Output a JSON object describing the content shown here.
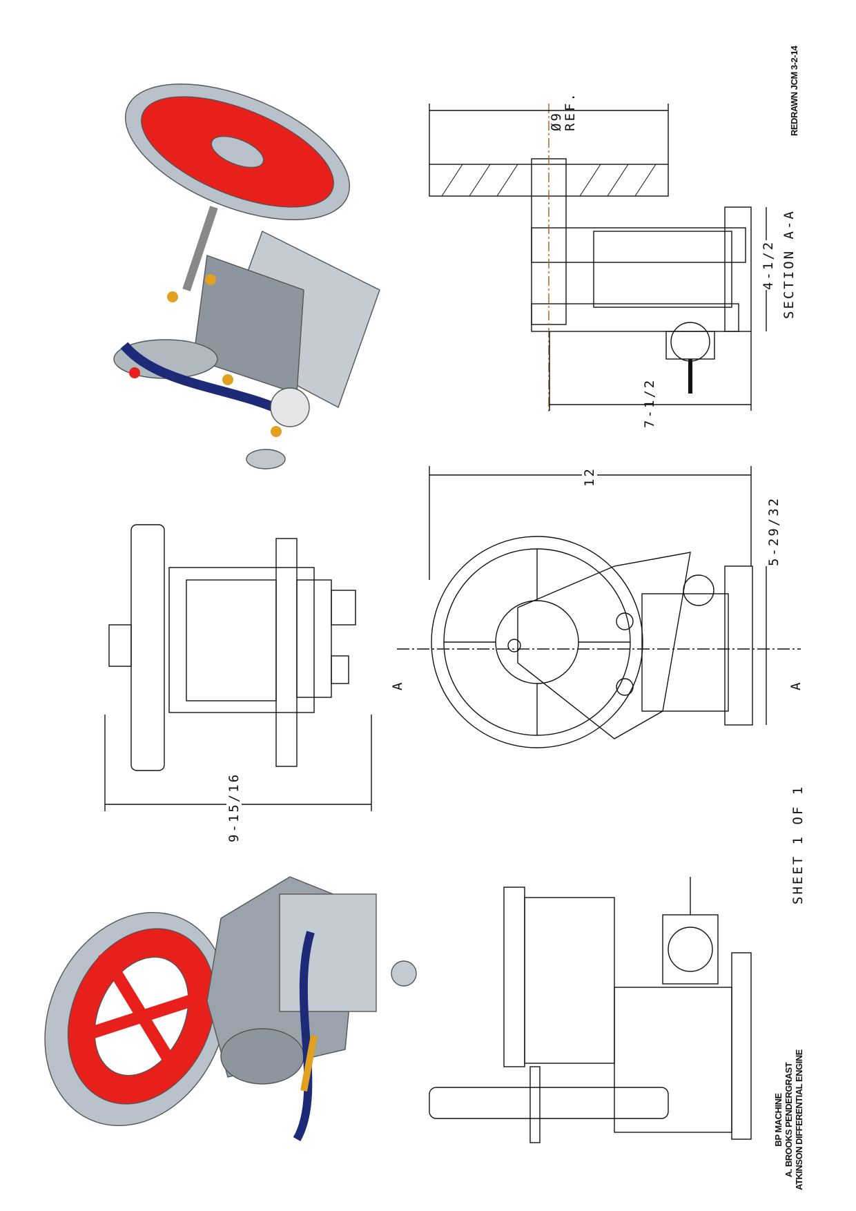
{
  "title_block": {
    "company": "BP MACHINE",
    "author": "A. BROOKS PENDERGRAST",
    "drawing_title": "ATKINSON DIFFERENTIAL ENGINE"
  },
  "revision_note": "REDRAWN JCM 3-2-14",
  "sheet": "SHEET 1 OF 1",
  "dimensions": {
    "flywheel_dia": "Ø9",
    "flywheel_ref": "REF.",
    "section_width": "4-1/2",
    "section_label": "SECTION A-A",
    "section_depth": "7-1/2",
    "overall_length": "12",
    "base_height": "5-29/32",
    "top_view_width": "9-15/16",
    "section_marker_left": "A",
    "section_marker_right": "A"
  },
  "colors": {
    "flywheel": "#e8201c",
    "rim": "#b9c2cb",
    "body": "#9aa3ac",
    "link": "#1c2a78",
    "brass": "#e0a020"
  }
}
